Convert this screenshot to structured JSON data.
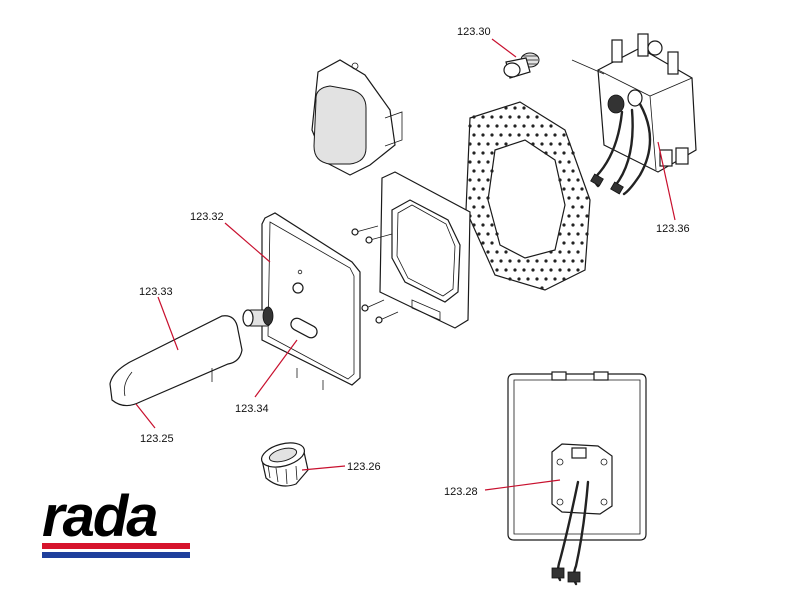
{
  "callouts": [
    {
      "id": "12330",
      "text": "123.30"
    },
    {
      "id": "12336",
      "text": "123.36"
    },
    {
      "id": "12332",
      "text": "123.32"
    },
    {
      "id": "12333",
      "text": "123.33"
    },
    {
      "id": "12334",
      "text": "123.34"
    },
    {
      "id": "12325",
      "text": "123.25"
    },
    {
      "id": "12326",
      "text": "123.26"
    },
    {
      "id": "12328",
      "text": "123.28"
    }
  ],
  "logo": {
    "text": "rada",
    "stripe_red": "#d6142c",
    "stripe_blue": "#1f3f9c"
  },
  "colors": {
    "leader_line": "#c8102e"
  }
}
